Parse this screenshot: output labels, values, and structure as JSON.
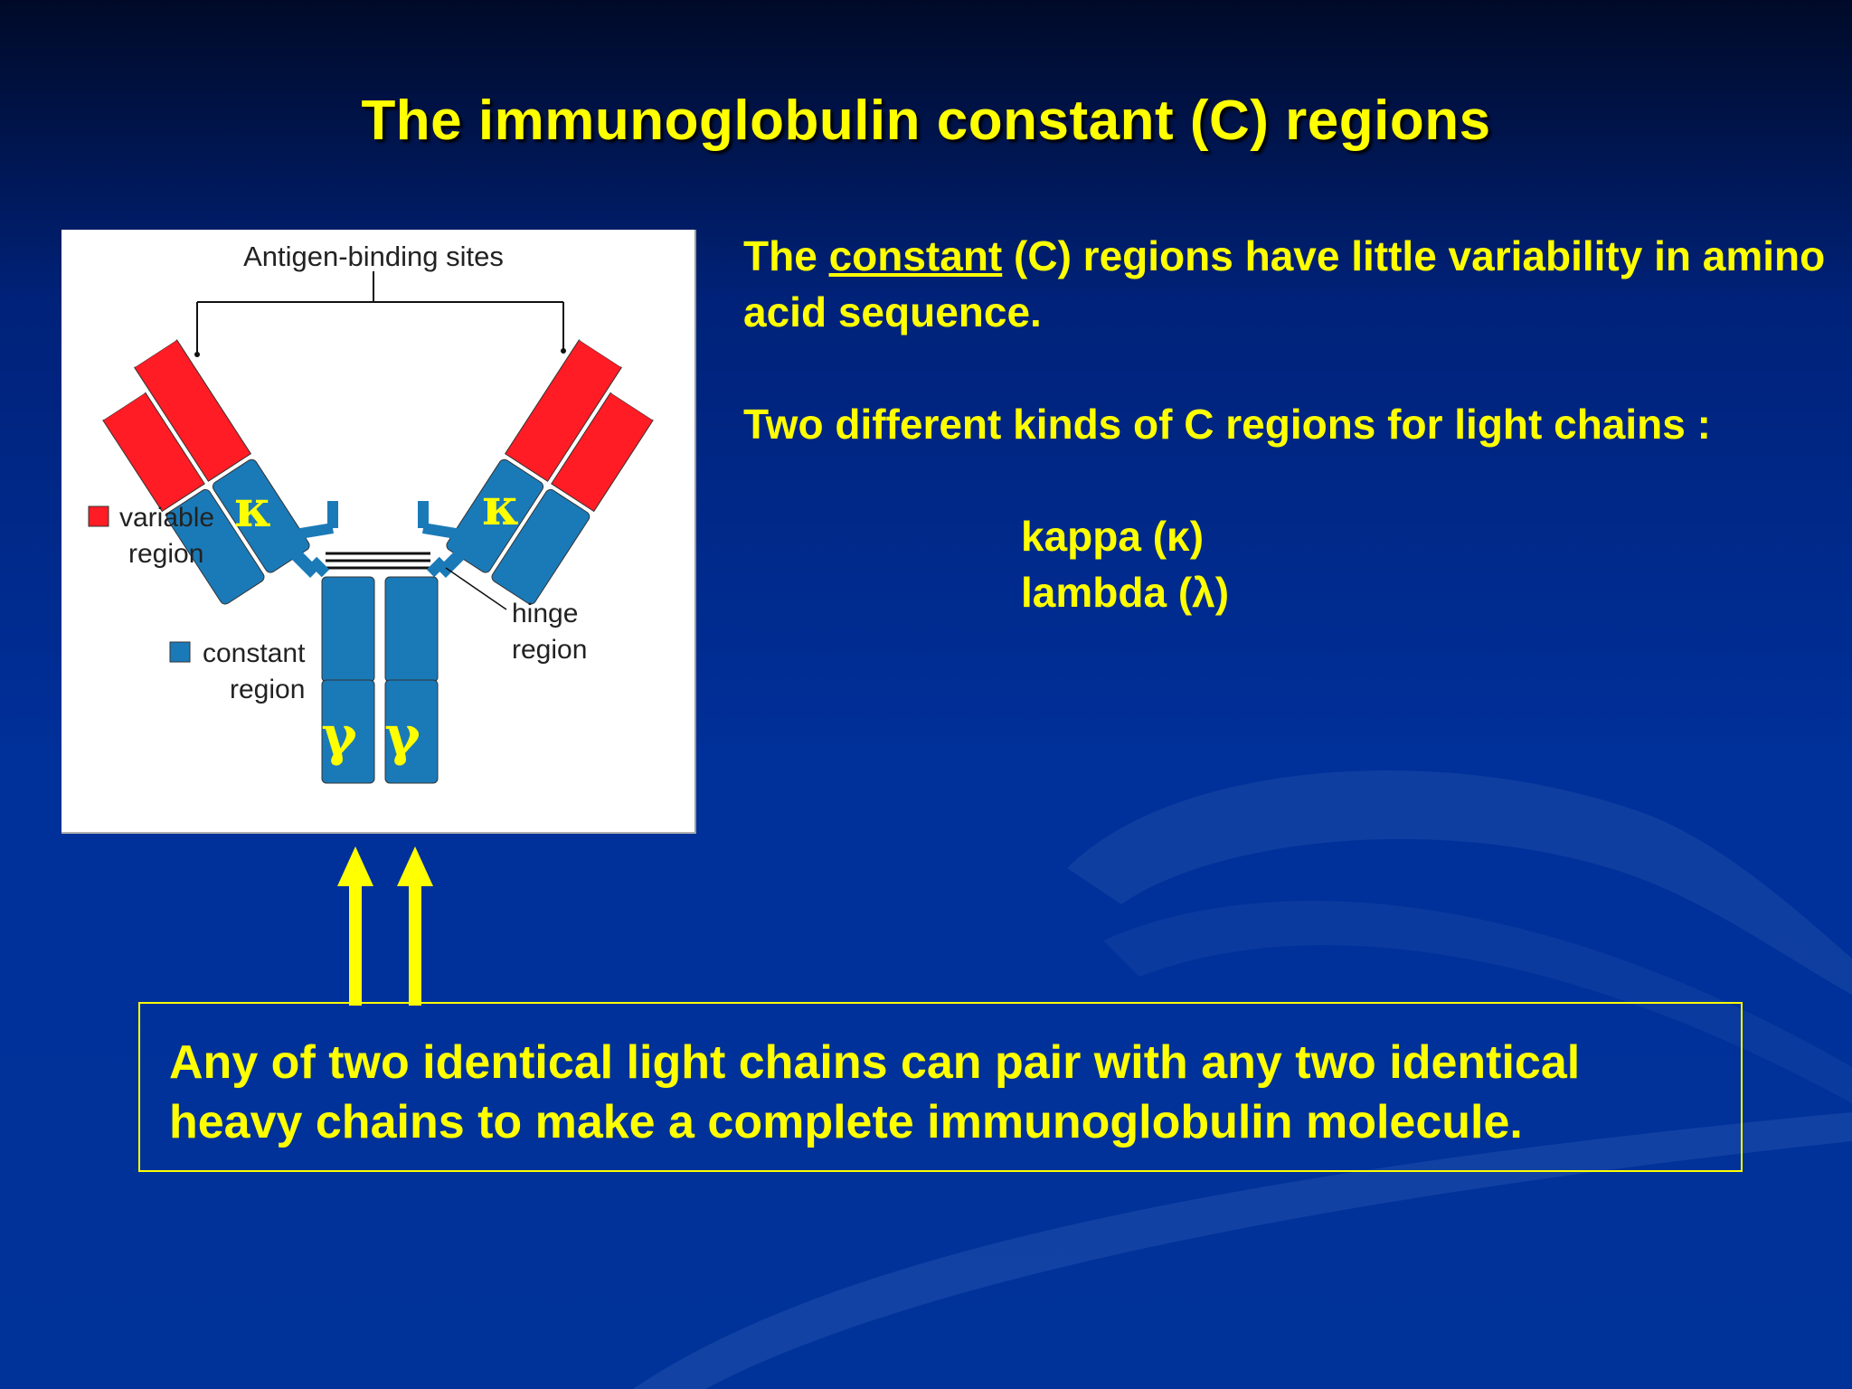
{
  "slide": {
    "title": "The immunoglobulin constant (C) regions",
    "colors": {
      "text": "#ffff00",
      "variable_region": "#ff1c24",
      "constant_region": "#1a7ab8",
      "background": "#003399"
    }
  },
  "figure": {
    "antigen_label": "Antigen-binding sites",
    "legend_variable_line1": "variable",
    "legend_variable_line2": "region",
    "legend_constant_line1": "constant",
    "legend_constant_line2": "region",
    "hinge_line1": "hinge",
    "hinge_line2": "region",
    "kappa_symbol": "κ",
    "gamma_symbol": "γ"
  },
  "text": {
    "para1_prefix": "The ",
    "para1_underlined": "constant",
    "para1_rest": " (C) regions have little variability in amino acid sequence.",
    "para2": "Two different kinds of C regions for light chains :",
    "kinds": [
      "kappa (κ)",
      "lambda (λ)"
    ]
  },
  "note": {
    "line1": "Any of two identical light chains can pair with any two identical",
    "line2": "heavy chains to make a complete immunoglobulin molecule."
  }
}
